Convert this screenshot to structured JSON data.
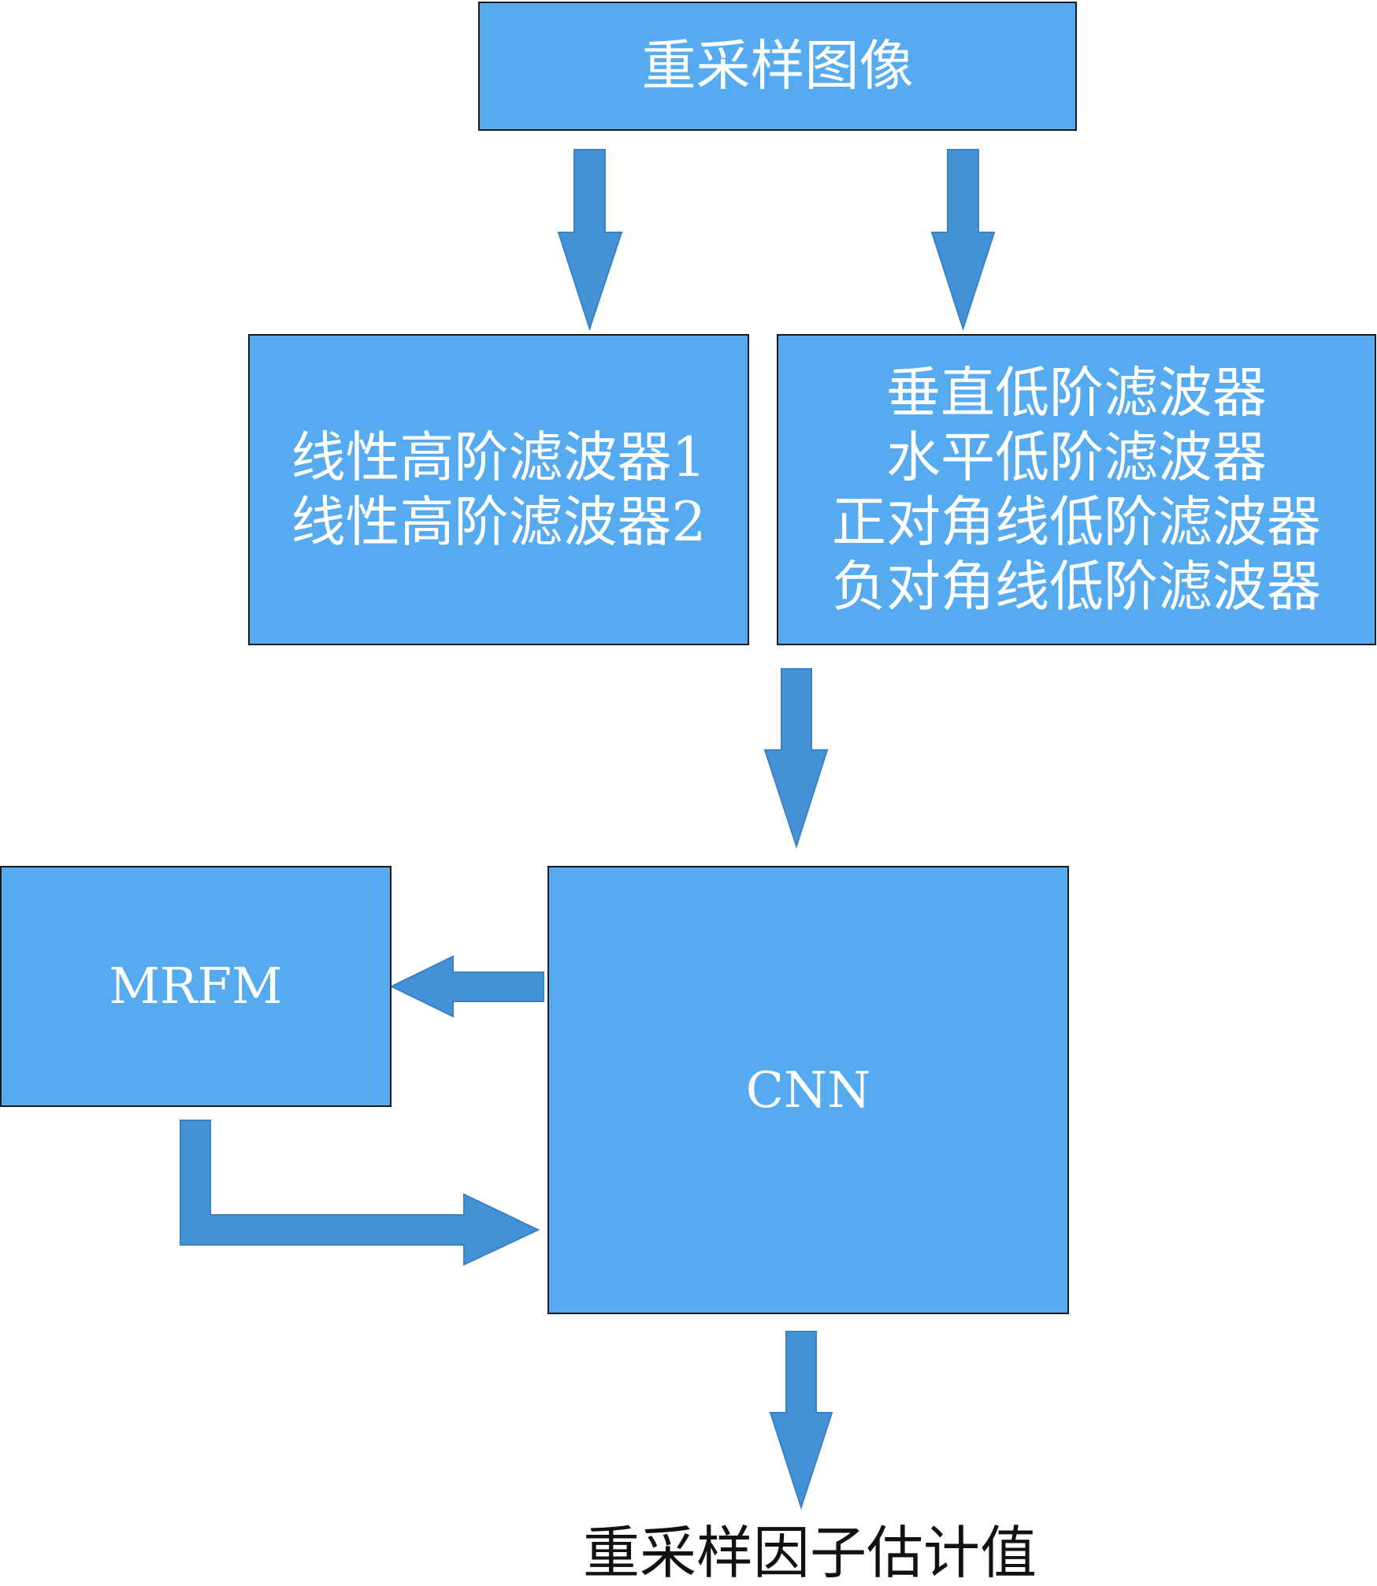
{
  "colors": {
    "box_fill": "#55aaf0",
    "box_border": "#1a1a1a",
    "arrow_fill": "#4591d6",
    "box_text": "#ffffff",
    "label_text": "#111111"
  },
  "nodes": {
    "resample_image": {
      "lines": [
        "重采样图像"
      ]
    },
    "high_order_filters": {
      "lines": [
        "线性高阶滤波器1",
        "线性高阶滤波器2"
      ]
    },
    "low_order_filters": {
      "lines": [
        "垂直低阶滤波器",
        "水平低阶滤波器",
        "正对角线低阶滤波器",
        "负对角线低阶滤波器"
      ]
    },
    "mrfm": {
      "lines": [
        "MRFM"
      ]
    },
    "cnn": {
      "lines": [
        "CNN"
      ]
    }
  },
  "output_label": "重采样因子估计值",
  "edges": [
    {
      "from": "resample_image",
      "to": "high_order_filters"
    },
    {
      "from": "resample_image",
      "to": "low_order_filters"
    },
    {
      "from": "low_order_filters",
      "to": "cnn"
    },
    {
      "from": "cnn",
      "to": "mrfm"
    },
    {
      "from": "mrfm",
      "to": "cnn"
    },
    {
      "from": "cnn",
      "to": "output_label"
    }
  ]
}
